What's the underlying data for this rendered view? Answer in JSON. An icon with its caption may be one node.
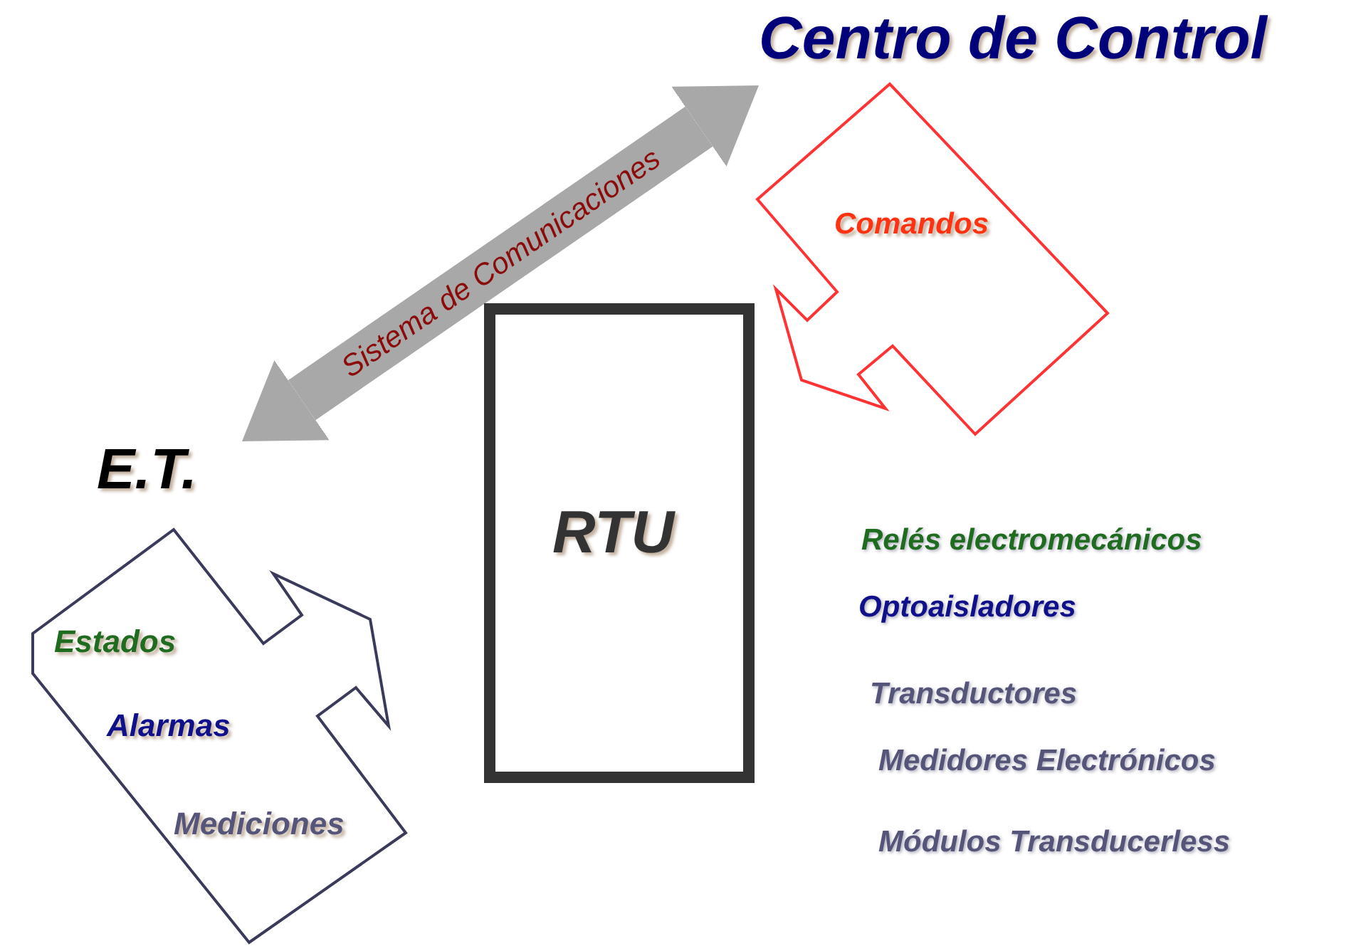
{
  "diagram": {
    "nodes": [
      {
        "text": [
          "Centro de Control"
        ]
      },
      {
        "text": [
          "E.T."
        ]
      },
      {
        "text": [
          "RTU"
        ]
      },
      {
        "text": [
          "Comandos"
        ]
      },
      {
        "text": [
          "Estados",
          "Alarmas",
          "Mediciones"
        ]
      }
    ],
    "edges": [
      {
        "from": 1,
        "to": 0,
        "arrow": "both",
        "label": "Sistema de Comunicaciones",
        "color": "#a8a8a8"
      }
    ],
    "labels": [
      "Relés electromecánicos",
      "Optoaisladores",
      "Transductores",
      "Medidores Electrónicos",
      "Módulos Transducerless"
    ]
  }
}
